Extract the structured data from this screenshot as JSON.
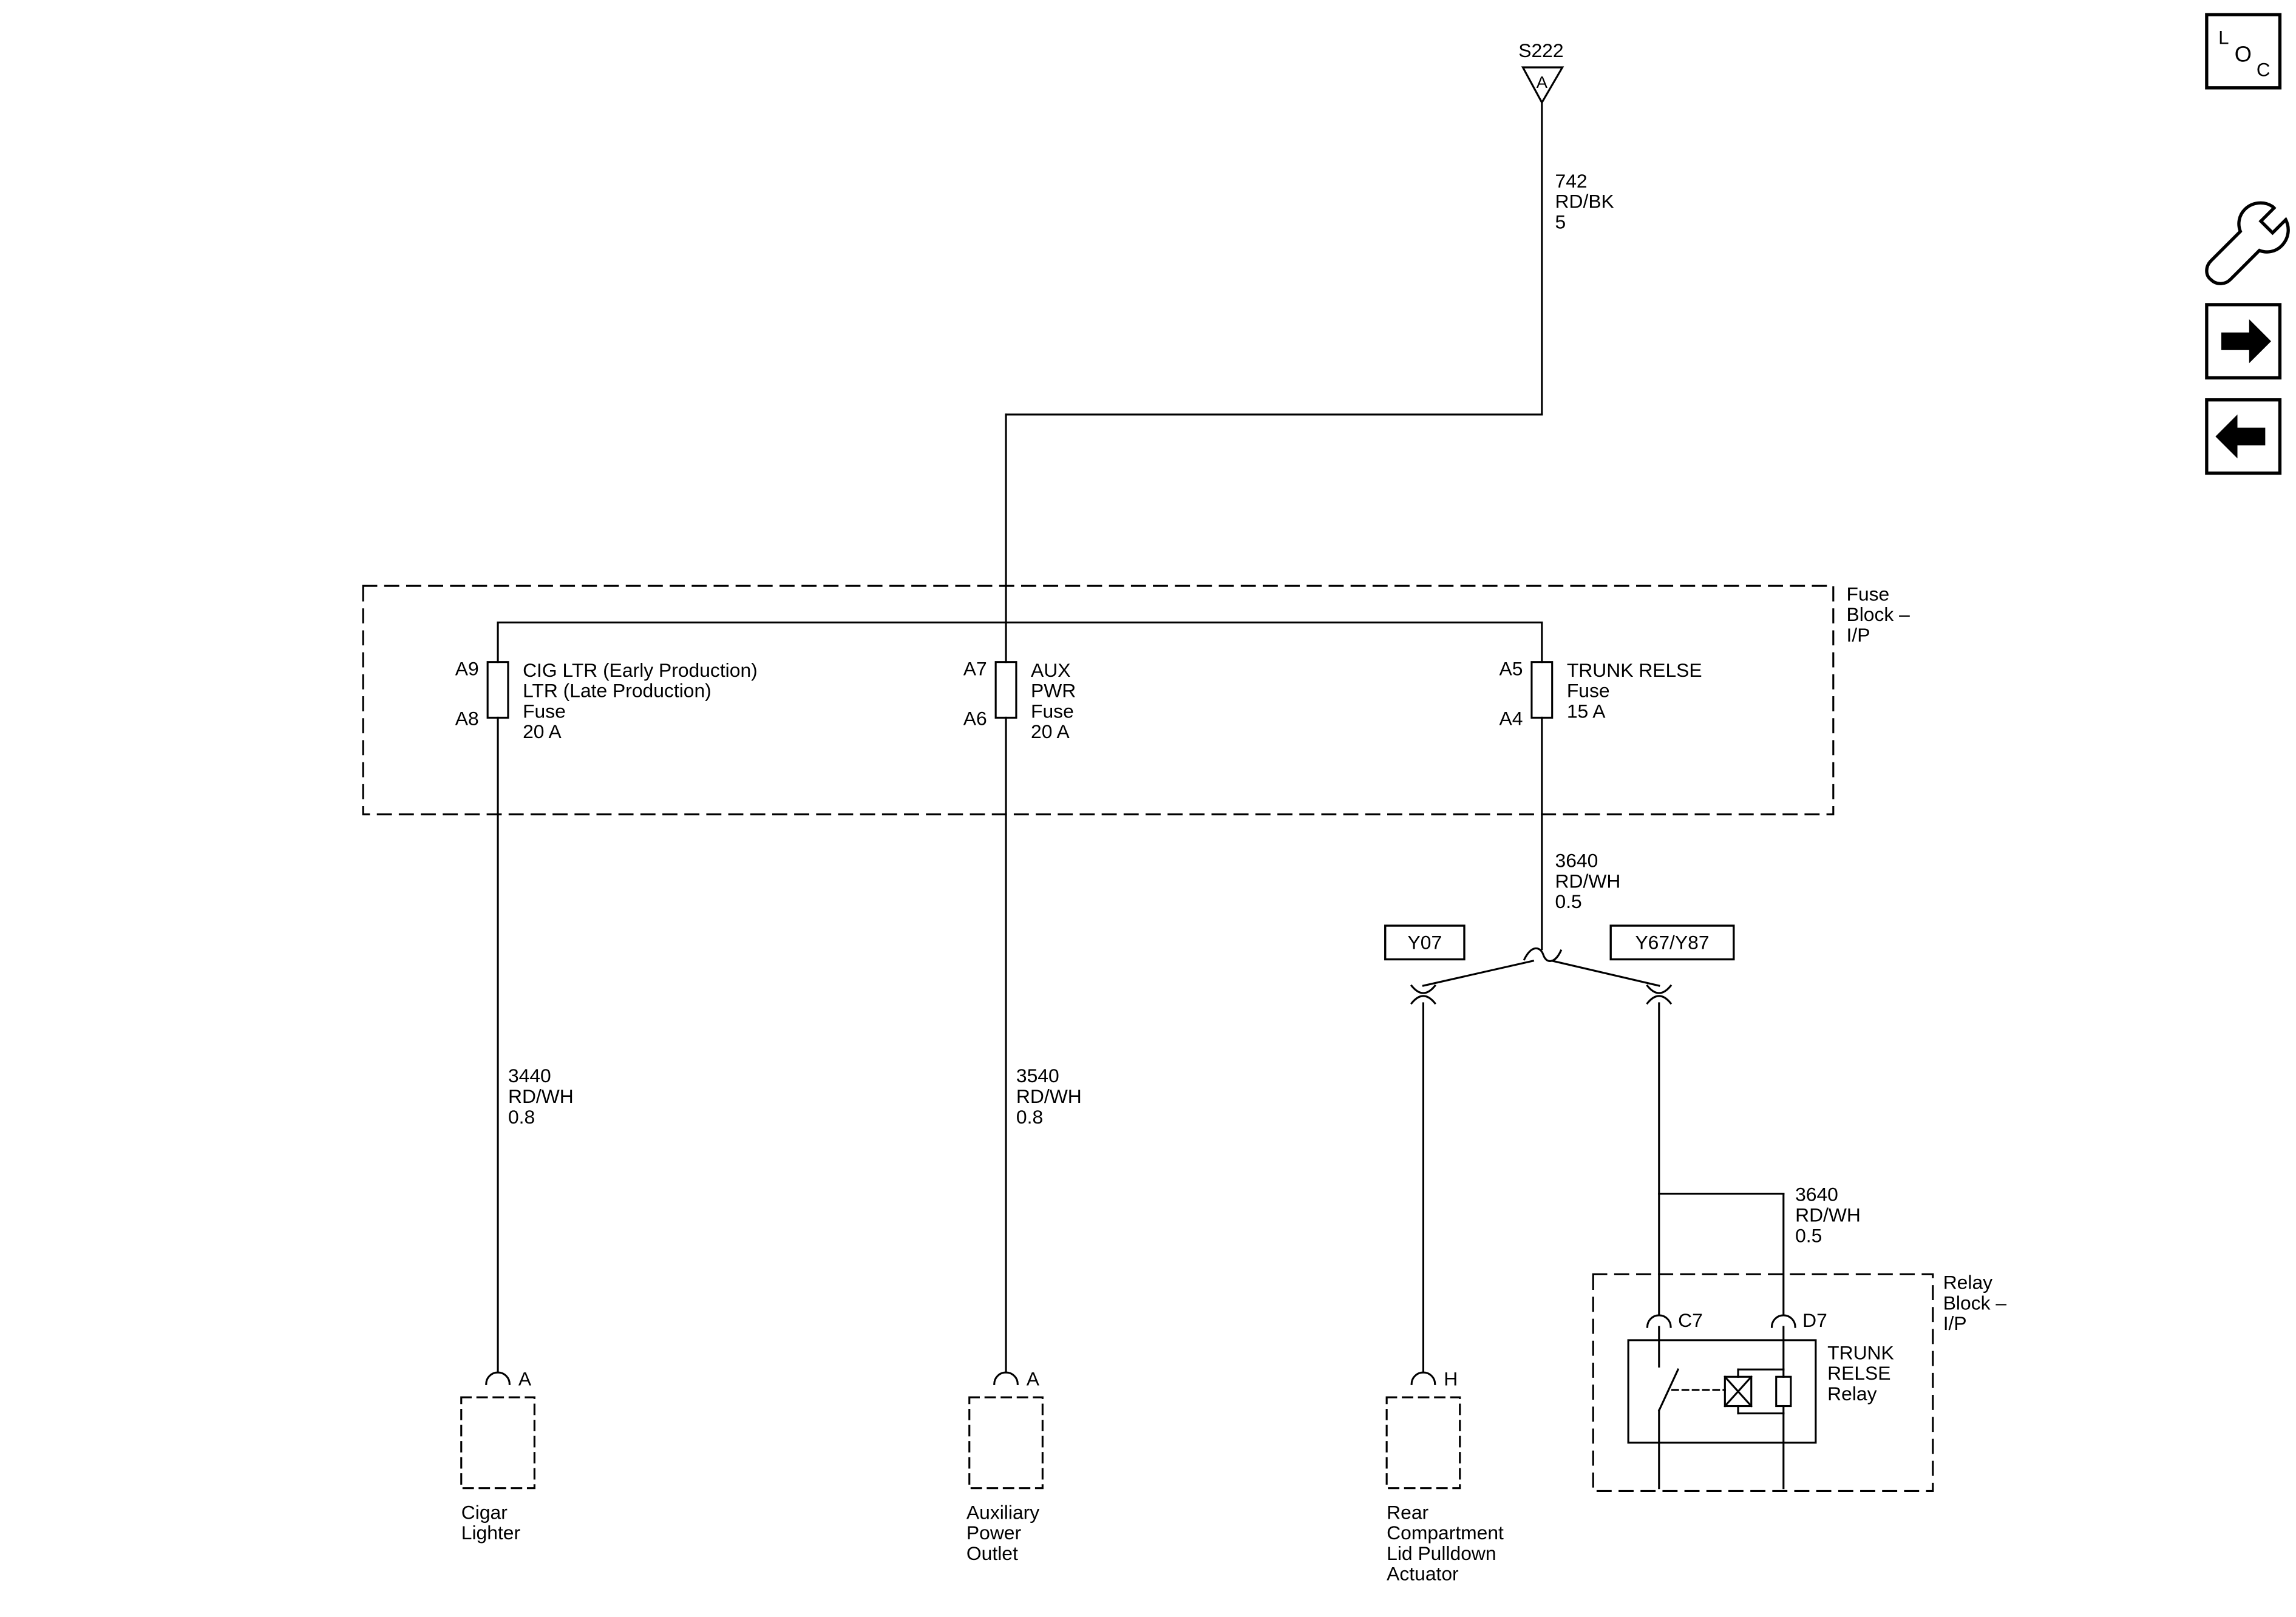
{
  "colors": {
    "line": "#000000",
    "background": "#ffffff"
  },
  "diagram": {
    "splice_s222": {
      "id": "S222",
      "pin": "A"
    },
    "wire_742": [
      "742",
      "RD/BK",
      "5"
    ],
    "fuse_block": {
      "label": [
        "Fuse",
        "Block –",
        "I/P"
      ],
      "fuses": [
        {
          "pin_top": "A9",
          "pin_bottom": "A8",
          "name": [
            "CIG LTR (Early Production)",
            "LTR (Late Production)",
            "Fuse",
            "20 A"
          ]
        },
        {
          "pin_top": "A7",
          "pin_bottom": "A6",
          "name": [
            "AUX",
            "PWR",
            "Fuse",
            "20 A"
          ]
        },
        {
          "pin_top": "A5",
          "pin_bottom": "A4",
          "name": [
            "TRUNK RELSE",
            "Fuse",
            "15 A"
          ]
        }
      ]
    },
    "wire_3440": [
      "3440",
      "RD/WH",
      "0.8"
    ],
    "wire_3540": [
      "3540",
      "RD/WH",
      "0.8"
    ],
    "wire_3640_upper": [
      "3640",
      "RD/WH",
      "0.5"
    ],
    "wire_3640_lower": [
      "3640",
      "RD/WH",
      "0.5"
    ],
    "inline_connectors": {
      "left": "Y07",
      "right": "Y67/Y87"
    },
    "components": {
      "cigar_lighter": {
        "pin": "A",
        "name": [
          "Cigar",
          "Lighter"
        ]
      },
      "aux_power_outlet": {
        "pin": "A",
        "name": [
          "Auxiliary",
          "Power",
          "Outlet"
        ]
      },
      "rear_actuator": {
        "pin": "H",
        "name": [
          "Rear",
          "Compartment",
          "Lid Pulldown",
          "Actuator"
        ]
      }
    },
    "relay_block": {
      "label": [
        "Relay",
        "Block –",
        "I/P"
      ],
      "pin_left": "C7",
      "pin_right": "D7",
      "relay_name": [
        "TRUNK",
        "RELSE",
        "Relay"
      ]
    }
  },
  "toolbar": {
    "loc_letters": [
      "L",
      "O",
      "C"
    ],
    "icons": {
      "loc": "loc-button",
      "tools": "wrench",
      "next": "arrow-right",
      "prev": "arrow-left"
    }
  }
}
